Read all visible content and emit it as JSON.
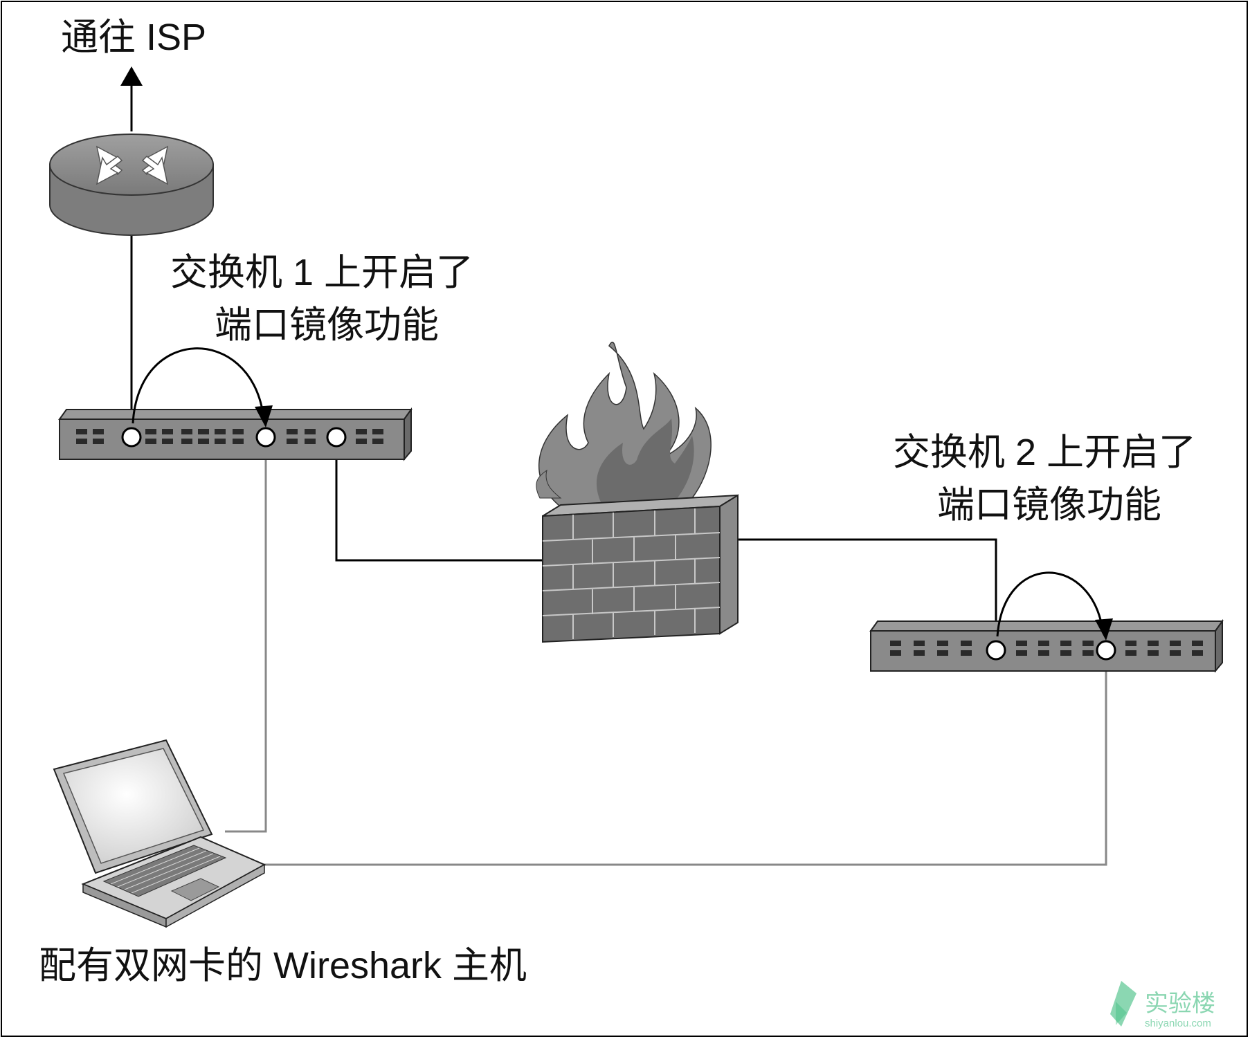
{
  "labels": {
    "isp": "通往 ISP",
    "switch1_line1": "交换机 1 上开启了",
    "switch1_line2": "端口镜像功能",
    "switch2_line1": "交换机 2 上开启了",
    "switch2_line2": "端口镜像功能",
    "host": "配有双网卡的 Wireshark 主机"
  },
  "watermark": {
    "name": "实验楼",
    "url": "shiyanlou.com"
  },
  "colors": {
    "device_gray": "#8a8a8a",
    "device_dark": "#555555",
    "line_black": "#000000",
    "line_gray": "#888888",
    "watermark_green": "#2bb673"
  },
  "icons": [
    "router-icon",
    "switch-icon",
    "firewall-icon",
    "laptop-icon",
    "flame-icon"
  ]
}
